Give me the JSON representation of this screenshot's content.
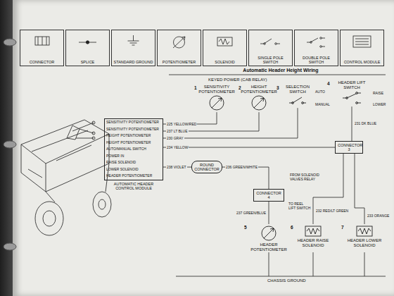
{
  "diagram": {
    "title": "Automatic Header Height Wiring",
    "nodes": [
      {
        "text": [
          "CONNECTOR"
        ]
      },
      {
        "text": [
          "SPLICE"
        ]
      },
      {
        "text": [
          "STANDARD GROUND"
        ]
      },
      {
        "text": [
          "POTENTIOMETER"
        ]
      },
      {
        "text": [
          "SOLENOID"
        ]
      },
      {
        "text": [
          "SINGLE POLE SWITCH"
        ]
      },
      {
        "text": [
          "DOUBLE POLE SWITCH"
        ]
      },
      {
        "text": [
          "CONTROL MODULE"
        ]
      },
      {
        "text": [
          "AUTOMATIC HEADER CONTROL MODULE"
        ]
      },
      {
        "text": [
          "SENSITIVITY POTENTIOMETER"
        ]
      },
      {
        "text": [
          "HEIGHT POTENTIOMETER"
        ]
      },
      {
        "text": [
          "SELECTION SWITCH"
        ]
      },
      {
        "text": [
          "HEADER LIFT SWITCH"
        ]
      },
      {
        "text": [
          "ROUND CONNECTOR"
        ]
      },
      {
        "text": [
          "CONNECTOR 3"
        ]
      },
      {
        "text": [
          "CONNECTOR 4"
        ]
      },
      {
        "text": [
          "HEADER POTENTIOMETER"
        ]
      },
      {
        "text": [
          "HEADER RAISE SOLENOID"
        ]
      },
      {
        "text": [
          "HEADER LOWER SOLENOID"
        ]
      }
    ],
    "edges": [
      {
        "from": 8,
        "to": 9,
        "label": "225 YELLOW/RED",
        "arrow": "none"
      },
      {
        "from": 8,
        "to": 10,
        "label": "237 LT BLUE",
        "arrow": "none"
      },
      {
        "from": 8,
        "to": 11,
        "label": "230 GRAY",
        "arrow": "none"
      },
      {
        "from": 8,
        "to": 14,
        "label": "234 YELLOW",
        "arrow": "none"
      },
      {
        "from": 12,
        "to": 14,
        "label": "231 DK BLUE",
        "arrow": "none"
      },
      {
        "from": 8,
        "to": 13,
        "label": "238 VIOLET",
        "arrow": "none"
      },
      {
        "from": 13,
        "to": 15,
        "label": "236 GREEN/WHITE",
        "arrow": "none"
      },
      {
        "from": 15,
        "to": 16,
        "label": "237 GREEN/BLUE",
        "arrow": "none"
      },
      {
        "from": 14,
        "to": 17,
        "label": "232 RED/LT GREEN",
        "arrow": "none"
      },
      {
        "from": 14,
        "to": 18,
        "label": "233 ORANGE",
        "arrow": "none"
      }
    ],
    "labels": [
      "KEYED POWER (CAB RELAY)",
      "CHASSIS GROUND",
      "FROM SOLENOID VALVES RELAY",
      "TO REEL LIFT SWITCH",
      "AUTO",
      "MANUAL",
      "RAISE",
      "LOWER",
      "1",
      "2",
      "3",
      "4",
      "5",
      "6",
      "7",
      "SENSITIVITY POTENTIOMETER",
      "SENSITIVITY POTENTIOMETER",
      "HEIGHT POTENTIOMETER",
      "HEIGHT POTENTIOMETER",
      "AUTO/MANUAL SWITCH",
      "POWER IN",
      "RAISE SOLENOID",
      "LOWER SOLENOID",
      "HEADER POTENTIOMETER"
    ]
  }
}
